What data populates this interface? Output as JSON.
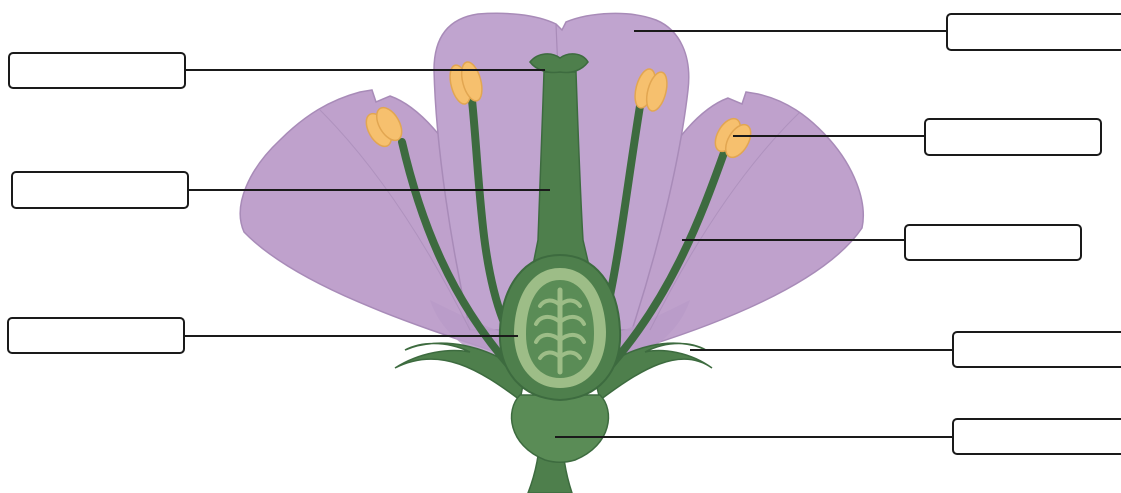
{
  "colors": {
    "petal": "#bfa1cc",
    "petal_front": "#b99bc8",
    "petal_edge": "#a88bb8",
    "stem_dark": "#3d6b3f",
    "stem_mid": "#4e7f4c",
    "ovary_light": "#9dbd87",
    "ovary_inner": "#5a8c56",
    "anther": "#f6c06e",
    "anther_edge": "#e2a651",
    "line": "#1a1a1a"
  },
  "labels": [
    {
      "id": "petal",
      "text": ""
    },
    {
      "id": "stigma",
      "text": ""
    },
    {
      "id": "anther",
      "text": ""
    },
    {
      "id": "style",
      "text": ""
    },
    {
      "id": "filament",
      "text": ""
    },
    {
      "id": "ovary",
      "text": ""
    },
    {
      "id": "sepal",
      "text": ""
    },
    {
      "id": "receptacle",
      "text": ""
    }
  ]
}
